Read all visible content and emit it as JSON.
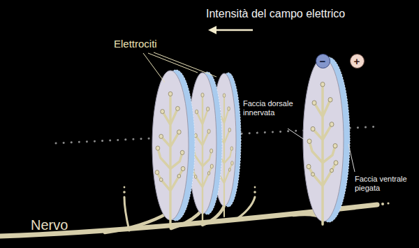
{
  "diagram": {
    "nodes": [
      {
        "text": [
          "−"
        ]
      },
      {
        "text": [
          "+"
        ]
      }
    ],
    "labels": [
      "Intensità del campo elettrico",
      "Elettrociti",
      "Faccia dorsale innervata",
      "Faccia ventrale piegata",
      "Nervo"
    ]
  }
}
